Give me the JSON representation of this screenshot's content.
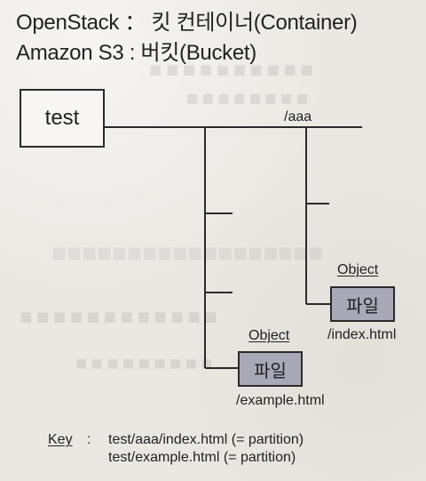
{
  "header": {
    "openstack_line": "OpenStack ： 킷 컨테이너(Container)",
    "amazon_line": "Amazon S3 : 버킷(Bucket)"
  },
  "diagram": {
    "root_label": "test",
    "path_label": "/aaa",
    "object_1": {
      "caption": "Object",
      "box_label": "파일",
      "path": "/index.html"
    },
    "object_2": {
      "caption": "Object",
      "box_label": "파일",
      "path": "/example.html"
    }
  },
  "key": {
    "label": "Key",
    "separator": ":",
    "line_1": "test/aaa/index.html  (= partition)",
    "line_2": "test/example.html  (= partition)"
  }
}
